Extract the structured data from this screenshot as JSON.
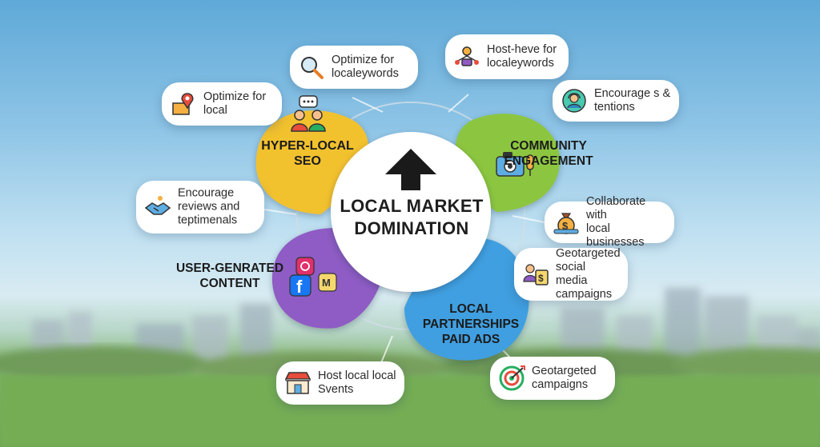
{
  "center": {
    "title": "LOCAL MARKET\nDOMINATION"
  },
  "petals": {
    "seo": "HYPER-LOCAL\nSEO",
    "community": "COMMUNITY ENGAGEMENT",
    "ugc": "USER-GENRATED\nCONTENT",
    "partnerships": "LOCAL\nPARTNERSHIPS\nPAID ADS"
  },
  "bubbles": {
    "optimize_local": "Optimize for\nlocal",
    "optimize_keywords": "Optimize for\nlocaleywords",
    "host_keywords": "Host-heve for\nlocaleywords",
    "encourage_tentions": "Encourage s &\ntentions",
    "encourage_reviews": "Encourage\nreviews and\nteptimenals",
    "collaborate": "Collaborate with\nlocal businesses",
    "geo_social": "Geotargeted\nsocial media\ncampaigns",
    "host_events": "Host local local\nSvents",
    "geo_campaigns": "Geotargeted\ncampaigns"
  },
  "colors": {
    "seo_petal": "#f2c12e",
    "community_petal": "#8cc63f",
    "ugc_petal": "#8e5bc4",
    "partnerships_petal": "#3f9fe0",
    "center_circle": "#ffffff"
  },
  "icons": [
    "map-pin-icon",
    "magnifier-icon",
    "drone-icon",
    "support-agent-icon",
    "handshake-icon",
    "money-bag-icon",
    "payment-person-icon",
    "storefront-icon",
    "target-icon",
    "team-chat-icon",
    "camera-icon",
    "social-media-icon",
    "arrow-up-icon"
  ]
}
